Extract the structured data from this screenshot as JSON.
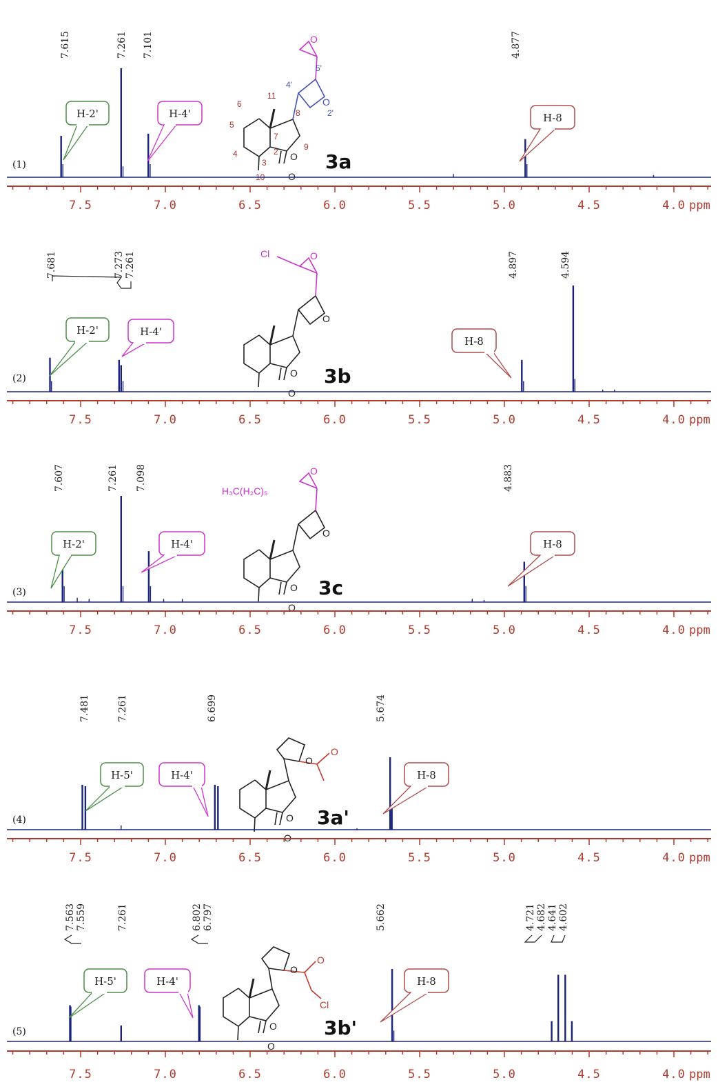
{
  "axis_unit": "ppm",
  "colors": {
    "spectrum": "#1a237e",
    "axis": "#b03a2e",
    "green_callout": "#4a8f45",
    "magenta_callout": "#cc33cc",
    "red_callout": "#b04a4a",
    "red_struct": "#c0392b",
    "blue_struct": "#3f51b5",
    "magenta_struct": "#cc33cc",
    "dark_red_num": "#a33"
  },
  "chart_data": [
    {
      "type": "line",
      "panel": "(1)",
      "compound": "3a",
      "xlim": [
        7.9,
        3.75
      ],
      "x_ticks": [
        "7.5",
        "7.0",
        "6.5",
        "6.0",
        "5.5",
        "5.0",
        "4.5",
        "4.0"
      ],
      "peak_labels": [
        "7.615",
        "7.261",
        "7.101",
        "4.877"
      ],
      "peaks": [
        {
          "x": 7.615,
          "h": 0.38
        },
        {
          "x": 7.605,
          "h": 0.12
        },
        {
          "x": 7.261,
          "h": 1.0
        },
        {
          "x": 7.25,
          "h": 0.1
        },
        {
          "x": 7.101,
          "h": 0.4
        },
        {
          "x": 7.09,
          "h": 0.12
        },
        {
          "x": 4.877,
          "h": 0.35
        },
        {
          "x": 4.867,
          "h": 0.12
        },
        {
          "x": 5.3,
          "h": 0.03
        },
        {
          "x": 4.12,
          "h": 0.02
        }
      ],
      "callouts": [
        {
          "text": "H-2'",
          "color": "green_callout",
          "peak_x": 7.615
        },
        {
          "text": "H-4'",
          "color": "magenta_callout",
          "peak_x": 7.101
        },
        {
          "text": "H-8",
          "color": "red_callout",
          "peak_x": 4.877
        }
      ]
    },
    {
      "type": "line",
      "panel": "(2)",
      "compound": "3b",
      "xlim": [
        7.9,
        3.75
      ],
      "x_ticks": [
        "7.5",
        "7.0",
        "6.5",
        "6.0",
        "5.5",
        "5.0",
        "4.5",
        "4.0"
      ],
      "peak_labels": [
        "7.681",
        "7.273",
        "7.261",
        "4.897",
        "4.594"
      ],
      "peaks": [
        {
          "x": 7.681,
          "h": 0.32
        },
        {
          "x": 7.672,
          "h": 0.1
        },
        {
          "x": 7.273,
          "h": 0.3
        },
        {
          "x": 7.261,
          "h": 0.25
        },
        {
          "x": 7.25,
          "h": 0.1
        },
        {
          "x": 4.897,
          "h": 0.3
        },
        {
          "x": 4.887,
          "h": 0.1
        },
        {
          "x": 4.594,
          "h": 1.0
        },
        {
          "x": 4.584,
          "h": 0.12
        },
        {
          "x": 4.35,
          "h": 0.02
        },
        {
          "x": 4.42,
          "h": 0.02
        }
      ],
      "callouts": [
        {
          "text": "H-2'",
          "color": "green_callout",
          "peak_x": 7.681
        },
        {
          "text": "H-4'",
          "color": "magenta_callout",
          "peak_x": 7.273
        },
        {
          "text": "H-8",
          "color": "red_callout",
          "peak_x": 4.897
        }
      ]
    },
    {
      "type": "line",
      "panel": "(3)",
      "compound": "3c",
      "xlim": [
        7.9,
        3.75
      ],
      "x_ticks": [
        "7.5",
        "7.0",
        "6.5",
        "6.0",
        "5.5",
        "5.0",
        "4.5",
        "4.0"
      ],
      "peak_labels": [
        "7.607",
        "7.261",
        "7.098",
        "4.883"
      ],
      "peaks": [
        {
          "x": 7.607,
          "h": 0.38
        },
        {
          "x": 7.597,
          "h": 0.15
        },
        {
          "x": 7.261,
          "h": 1.0
        },
        {
          "x": 7.25,
          "h": 0.15
        },
        {
          "x": 7.098,
          "h": 0.48
        },
        {
          "x": 7.088,
          "h": 0.15
        },
        {
          "x": 4.883,
          "h": 0.38
        },
        {
          "x": 4.873,
          "h": 0.15
        },
        {
          "x": 7.52,
          "h": 0.04
        },
        {
          "x": 7.45,
          "h": 0.03
        },
        {
          "x": 7.01,
          "h": 0.03
        },
        {
          "x": 6.9,
          "h": 0.03
        },
        {
          "x": 5.19,
          "h": 0.03
        },
        {
          "x": 5.12,
          "h": 0.02
        }
      ],
      "callouts": [
        {
          "text": "H-2'",
          "color": "green_callout",
          "peak_x": 7.607
        },
        {
          "text": "H-4'",
          "color": "magenta_callout",
          "peak_x": 7.098
        },
        {
          "text": "H-8",
          "color": "red_callout",
          "peak_x": 4.883
        }
      ]
    },
    {
      "type": "line",
      "panel": "(4)",
      "compound": "3a'",
      "xlim": [
        7.9,
        3.75
      ],
      "x_ticks": [
        "7.5",
        "7.0",
        "6.5",
        "6.0",
        "5.5",
        "5.0",
        "4.5",
        "4.0"
      ],
      "peak_labels": [
        "7.481",
        "7.261",
        "6.699",
        "5.674"
      ],
      "peaks": [
        {
          "x": 7.49,
          "h": 0.62
        },
        {
          "x": 7.472,
          "h": 0.6
        },
        {
          "x": 7.261,
          "h": 0.06
        },
        {
          "x": 6.708,
          "h": 0.62
        },
        {
          "x": 6.69,
          "h": 0.6
        },
        {
          "x": 5.674,
          "h": 1.0
        },
        {
          "x": 5.664,
          "h": 0.3
        },
        {
          "x": 5.87,
          "h": 0.02
        }
      ],
      "callouts": [
        {
          "text": "H-5'",
          "color": "green_callout",
          "peak_x": 7.481
        },
        {
          "text": "H-4'",
          "color": "magenta_callout",
          "peak_x": 6.699
        },
        {
          "text": "H-8",
          "color": "red_callout",
          "peak_x": 5.674
        }
      ]
    },
    {
      "type": "line",
      "panel": "(5)",
      "compound": "3b'",
      "xlim": [
        7.9,
        3.75
      ],
      "x_ticks": [
        "7.5",
        "7.0",
        "6.5",
        "6.0",
        "5.5",
        "5.0",
        "4.5",
        "4.0"
      ],
      "peak_labels": [
        "7.563",
        "7.559",
        "7.261",
        "6.802",
        "6.797",
        "5.662",
        "4.721",
        "4.682",
        "4.641",
        "4.602"
      ],
      "peaks": [
        {
          "x": 7.563,
          "h": 0.5
        },
        {
          "x": 7.559,
          "h": 0.48
        },
        {
          "x": 7.261,
          "h": 0.22
        },
        {
          "x": 6.802,
          "h": 0.5
        },
        {
          "x": 6.797,
          "h": 0.48
        },
        {
          "x": 5.662,
          "h": 1.0
        },
        {
          "x": 5.652,
          "h": 0.15
        },
        {
          "x": 4.721,
          "h": 0.28
        },
        {
          "x": 4.682,
          "h": 0.92
        },
        {
          "x": 4.641,
          "h": 0.92
        },
        {
          "x": 4.602,
          "h": 0.28
        }
      ],
      "callouts": [
        {
          "text": "H-5'",
          "color": "green_callout",
          "peak_x": 7.561
        },
        {
          "text": "H-4'",
          "color": "magenta_callout",
          "peak_x": 6.8
        },
        {
          "text": "H-8",
          "color": "red_callout",
          "peak_x": 5.662
        }
      ]
    }
  ],
  "structures": {
    "atom_labels_3a": [
      "5'",
      "4'",
      "2'",
      "11",
      "6",
      "8",
      "5",
      "7",
      "9",
      "4",
      "2",
      "3",
      "10"
    ],
    "cl_label": "Cl",
    "chain_3c": "H₃C(H₂C)₅"
  }
}
